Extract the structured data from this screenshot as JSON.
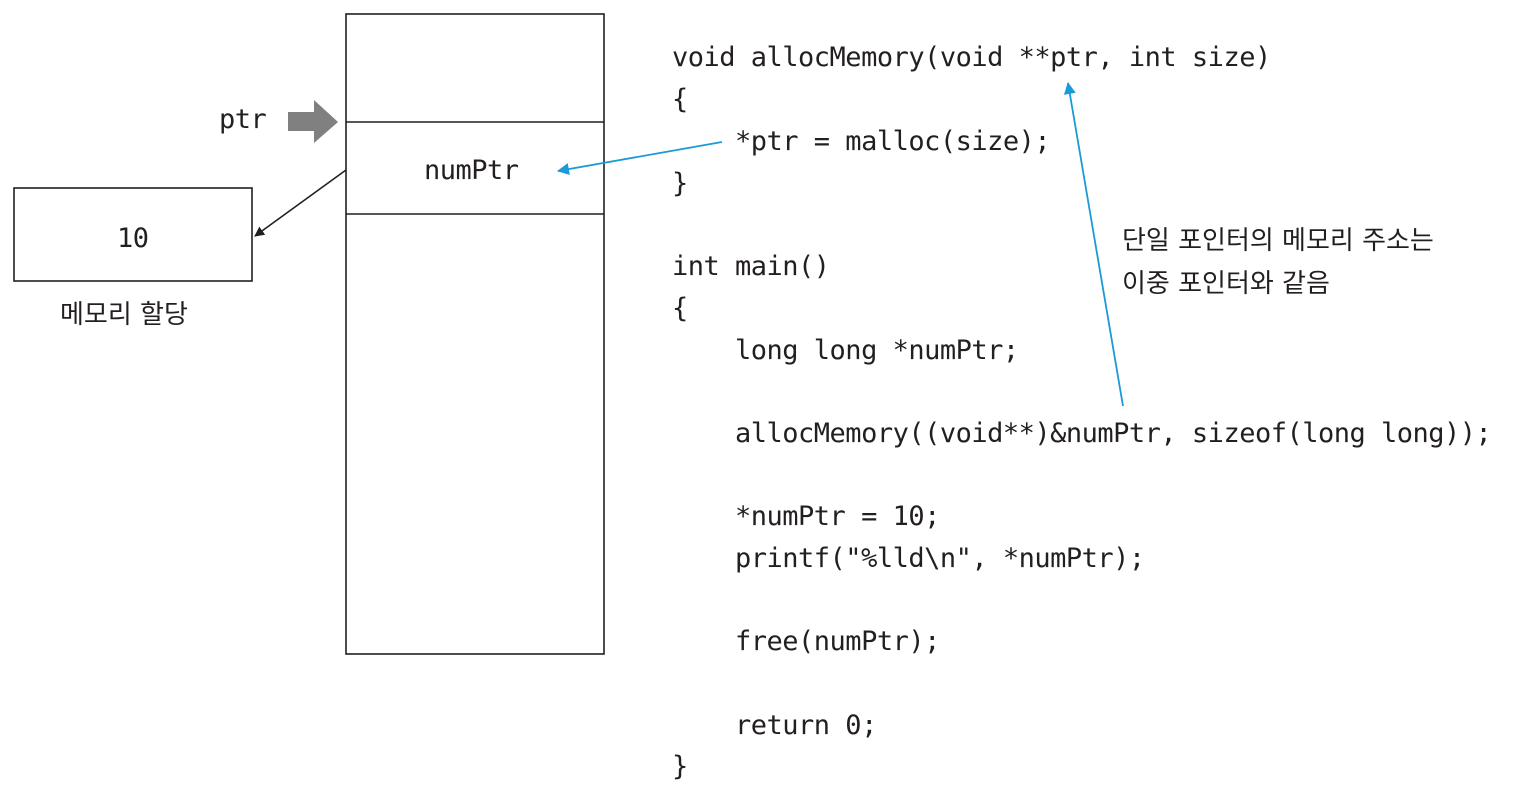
{
  "stack": {
    "ptr_label": "ptr",
    "slot_label": "numPtr"
  },
  "heap": {
    "value": "10",
    "caption": "메모리 할당"
  },
  "annotation": {
    "line1": "단일 포인터의 메모리 주소는",
    "line2": "이중 포인터와 같음"
  },
  "code": {
    "lines": [
      "void allocMemory(void **ptr, int size)",
      "{",
      "    *ptr = malloc(size);",
      "}",
      "",
      "int main()",
      "{",
      "    long long *numPtr;",
      "",
      "    allocMemory((void**)&numPtr, sizeof(long long));",
      "",
      "    *numPtr = 10;",
      "    printf(\"%lld\\n\", *numPtr);",
      "",
      "    free(numPtr);",
      "",
      "    return 0;",
      "}"
    ]
  },
  "colors": {
    "ink": "#231f20",
    "accent_arrow": "#1a9ad6",
    "ptr_arrow": "#808080"
  }
}
